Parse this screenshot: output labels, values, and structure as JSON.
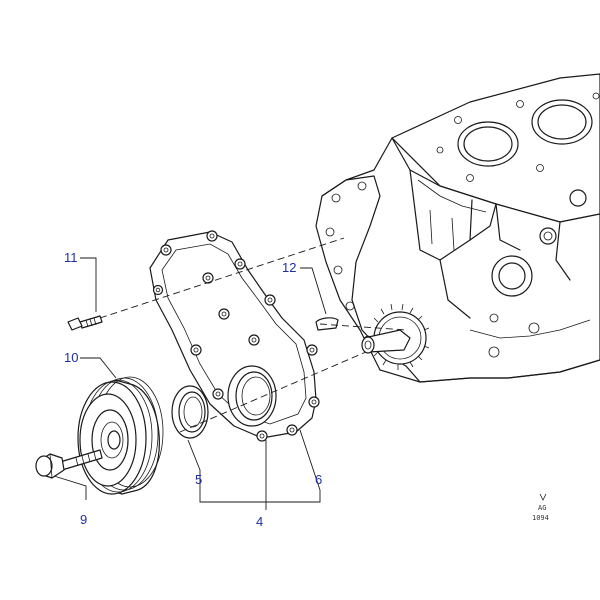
{
  "diagram": {
    "callouts": [
      {
        "id": "c11",
        "label": "11"
      },
      {
        "id": "c12",
        "label": "12"
      },
      {
        "id": "c10",
        "label": "10"
      },
      {
        "id": "c5",
        "label": "5"
      },
      {
        "id": "c6",
        "label": "6"
      },
      {
        "id": "c4",
        "label": "4"
      },
      {
        "id": "c9",
        "label": "9"
      }
    ],
    "stamp": {
      "line1": "AG",
      "line2": "1094"
    },
    "colors": {
      "callout": "#1f2fa8",
      "lineart": "#1a1a1a"
    }
  }
}
